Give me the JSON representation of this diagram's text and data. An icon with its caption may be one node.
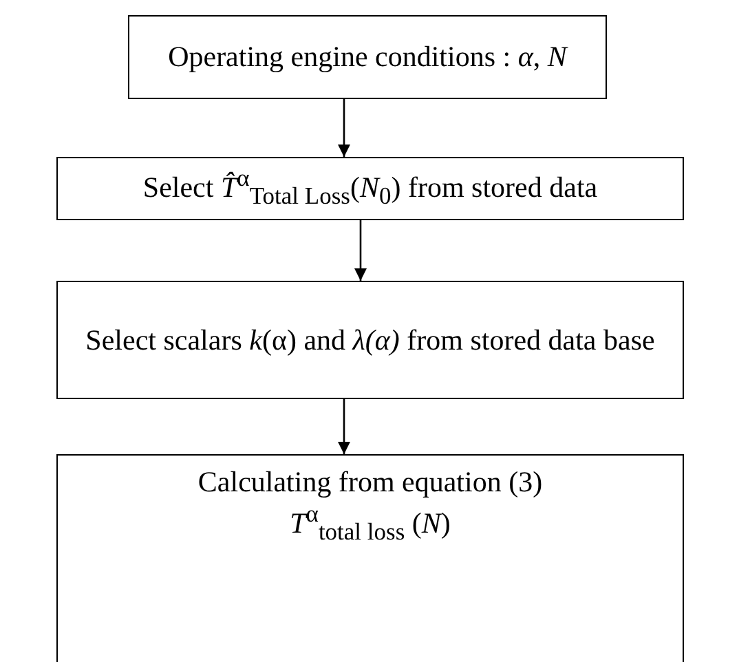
{
  "diagram": {
    "nodes": [
      {
        "text": [
          "Operating engine conditions : *α*, *N*"
        ]
      },
      {
        "text": [
          "Select *T̂*$^{α}$$_{Total Loss}$(*N*$_{0}$) from stored data"
        ]
      },
      {
        "text": [
          "Select scalars *k*(α) and *λ(α)* from stored data base"
        ]
      },
      {
        "text": [
          "Calculating from equation (3)",
          "*T*$^{α}$$_{total loss}$ (*N*)"
        ]
      }
    ],
    "edges": [
      {
        "from": 0,
        "to": 1,
        "arrow": "to"
      },
      {
        "from": 1,
        "to": 2,
        "arrow": "to"
      },
      {
        "from": 2,
        "to": 3,
        "arrow": "to"
      }
    ]
  }
}
